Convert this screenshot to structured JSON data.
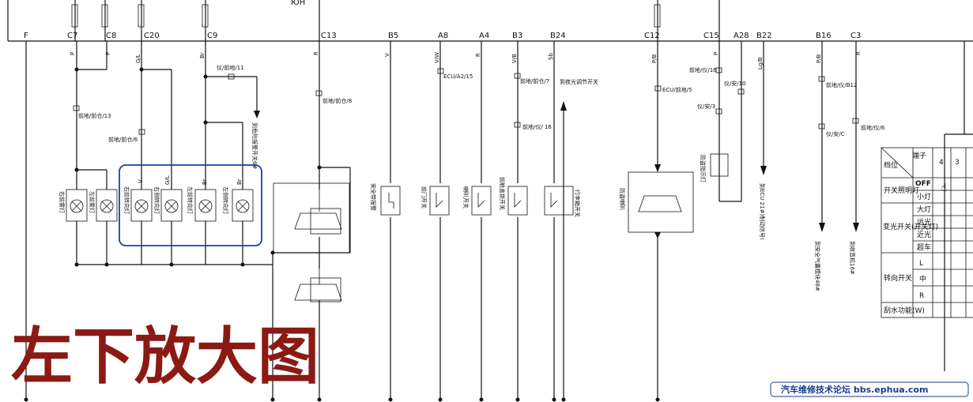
{
  "top_fragment": "ЮН",
  "bus_letters": [
    "F",
    "C7",
    "C8",
    "C20",
    "C9",
    "C13",
    "B5",
    "A8",
    "A4",
    "B3",
    "B24",
    "C12",
    "C15",
    "A28",
    "B22",
    "B16",
    "C3"
  ],
  "wire_colors": {
    "c7": "P",
    "c8": "P",
    "c20": "G/L",
    "c9": "Br",
    "c13": "R",
    "b5": "V",
    "a8": "V/W",
    "a4": "R",
    "b3": "V/B",
    "b24": "Sb",
    "c12": "P/B",
    "c15": "P",
    "b22": "Lg/B",
    "b16": "P/B",
    "c3": "R",
    "lamp_v": "V",
    "lamp_gl": "G/L",
    "lamp_br1": "Br",
    "lamp_br2": "Br"
  },
  "connectors": {
    "c7": "前地/前仓/13",
    "c20": "前地/前仓/6",
    "c9": "仪/前地/11",
    "c13": "前地/前仓/8",
    "a8": "ECU/A2/15",
    "b3": "前地/前仓/7",
    "b3b": "前地/仪/ 16",
    "c12": "ECU/前地/5",
    "c15": "前地/仪/16",
    "c15b": "仪/安/10",
    "c15c": "仪/安/3",
    "b16": "前地/仪/B12",
    "b16b": "仪/安/C",
    "c3": "前地/仪/6"
  },
  "components": {
    "right_fog": "右前雾灯",
    "left_fog": "左前雾灯",
    "right_front_turn": "右前转向灯",
    "right_side_turn": "右侧转向灯",
    "left_front_turn": "左前转向灯",
    "left_side_turn": "左侧转向灯",
    "hazard": "到危险报警开关6#",
    "seatbelt": "安全带报警",
    "door_switch": "前门开关",
    "horn_switch": "喇叭开关",
    "hood_switch": "前舱盖锁开关",
    "parking": "行李箱开关",
    "night_adjust": "到夜光调节开关",
    "alarm_horn": "防盗喇叭",
    "theft_light": "防盗指示灯",
    "ecu_note": "到ECU 21#)制动信号(",
    "airbag": "到安全气囊模块48#",
    "radio": "到收音机16#"
  },
  "switch_table": {
    "h_terminal": "端子",
    "h_pos": "档位",
    "c4": "4",
    "c3": "3",
    "off": "OFF",
    "rows": [
      "开关照明灯",
      "小灯",
      "大灯",
      "变光开关(开关灯)",
      "远光",
      "近光",
      "超车",
      "转向开关",
      "L",
      "中",
      "R",
      "刮水功能(W)"
    ]
  },
  "overlay_caption": "左下放大图",
  "watermark": "汽车维修技术论坛 bbs.ephua.com",
  "colors": {
    "line": "#111111",
    "highlight": "#1f3bb0",
    "caption": "#8b1a14",
    "watermark": "#1a3c8a"
  }
}
